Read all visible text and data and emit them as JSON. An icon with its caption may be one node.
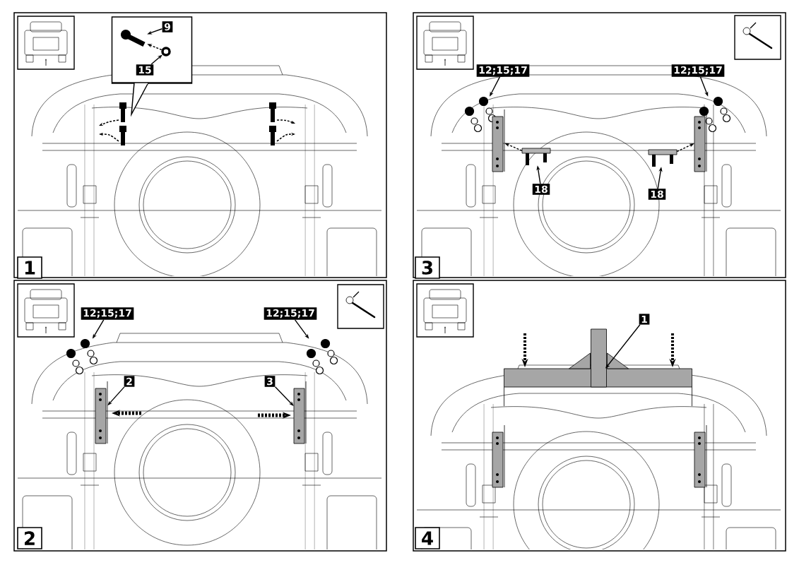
{
  "diagram": {
    "nodes": [
      {
        "text": [],
        "shape": "box"
      },
      {
        "text": [
          "9"
        ],
        "in": 0
      },
      {
        "text": [
          "15"
        ],
        "in": 0
      },
      {
        "text": [],
        "shape": "picture",
        "in": 0
      },
      {
        "text": [],
        "shape": "circle",
        "in": 0
      },
      {
        "text": [
          "1"
        ]
      },
      {
        "text": [
          "12;15;17"
        ]
      },
      {
        "text": [
          "12;15;17"
        ]
      },
      {
        "text": [],
        "shape": "picture"
      },
      {
        "text": [],
        "shape": "picture"
      },
      {
        "text": [],
        "shape": "picture"
      },
      {
        "text": [],
        "shape": "picture"
      },
      {
        "text": [],
        "shape": "picture"
      },
      {
        "text": [],
        "shape": "picture"
      },
      {
        "text": [
          "18"
        ]
      },
      {
        "text": [
          "18"
        ]
      },
      {
        "text": [
          "3"
        ]
      },
      {
        "text": [
          "12;15;17"
        ]
      },
      {
        "text": [
          "12;15;17"
        ]
      },
      {
        "text": [],
        "shape": "picture"
      },
      {
        "text": [],
        "shape": "picture"
      },
      {
        "text": [
          "2"
        ]
      },
      {
        "text": [
          "3"
        ]
      },
      {
        "text": [],
        "shape": "picture"
      },
      {
        "text": [],
        "shape": "picture"
      },
      {
        "text": [
          "2"
        ]
      },
      {
        "text": [
          "1"
        ]
      },
      {
        "text": [],
        "shape": "picture"
      },
      {
        "text": [
          "4"
        ]
      }
    ],
    "edges": [
      {
        "from": 1,
        "to": 3,
        "arrow": "to"
      },
      {
        "from": 2,
        "to": 4,
        "arrow": "to"
      },
      {
        "from": 4,
        "to": 3,
        "arrow": "to",
        "style": "dashed"
      },
      {
        "from": 6,
        "to": 8,
        "arrow": "to"
      },
      {
        "from": 7,
        "to": 9,
        "arrow": "to"
      },
      {
        "from": 14,
        "to": 10,
        "arrow": "to"
      },
      {
        "from": 15,
        "to": 11,
        "arrow": "to"
      },
      {
        "from": 10,
        "to": 12,
        "arrow": "to",
        "style": "dashed"
      },
      {
        "from": 11,
        "to": 13,
        "arrow": "to",
        "style": "dashed"
      },
      {
        "from": 17,
        "to": 19,
        "arrow": "to"
      },
      {
        "from": 18,
        "to": 20,
        "arrow": "to"
      },
      {
        "from": 21,
        "to": 23,
        "arrow": "to"
      },
      {
        "from": 22,
        "to": 24,
        "arrow": "to"
      },
      {
        "from": 26,
        "to": 27,
        "arrow": "to"
      }
    ]
  }
}
